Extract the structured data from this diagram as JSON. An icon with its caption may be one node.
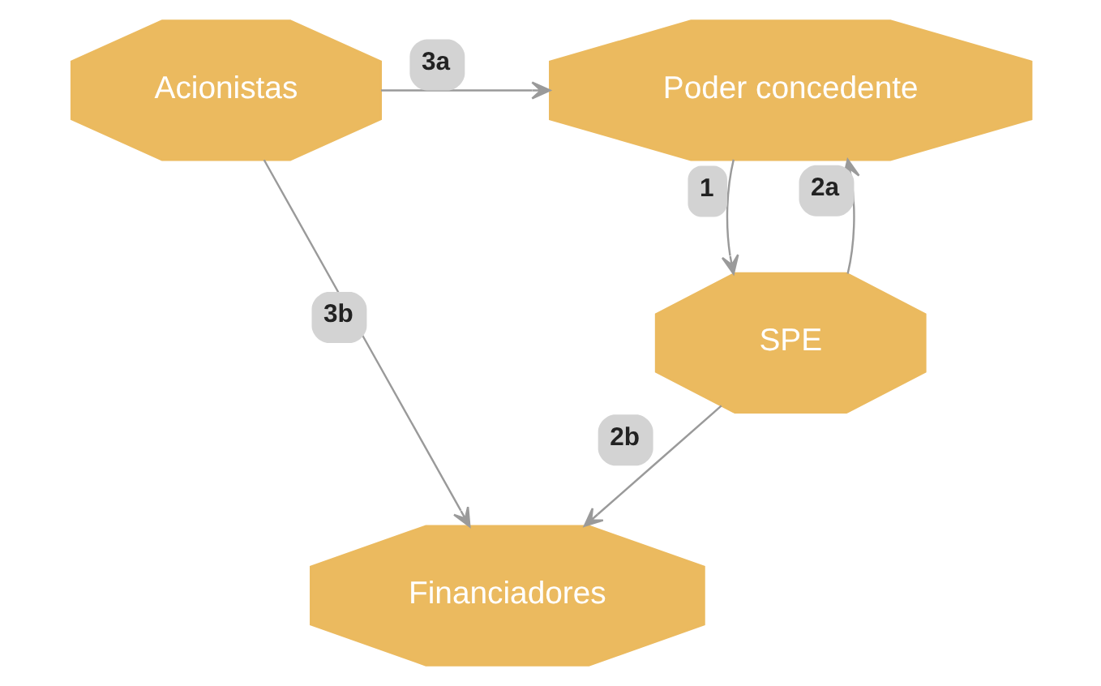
{
  "diagram": {
    "nodes": [
      {
        "text": [
          "Poder concedente"
        ]
      },
      {
        "text": [
          "Acionistas"
        ]
      },
      {
        "text": [
          "SPE"
        ]
      },
      {
        "text": [
          "Financiadores"
        ]
      }
    ],
    "edges": [
      {
        "from": 1,
        "to": 0,
        "arrow": "to",
        "label": "3a"
      },
      {
        "from": 2,
        "to": 0,
        "arrow": "to",
        "label": "2a"
      },
      {
        "from": 0,
        "to": 2,
        "arrow": "to",
        "label": "1"
      },
      {
        "from": 2,
        "to": 3,
        "arrow": "to",
        "label": "2b"
      },
      {
        "from": 1,
        "to": 3,
        "arrow": "to",
        "label": "3b"
      }
    ]
  }
}
